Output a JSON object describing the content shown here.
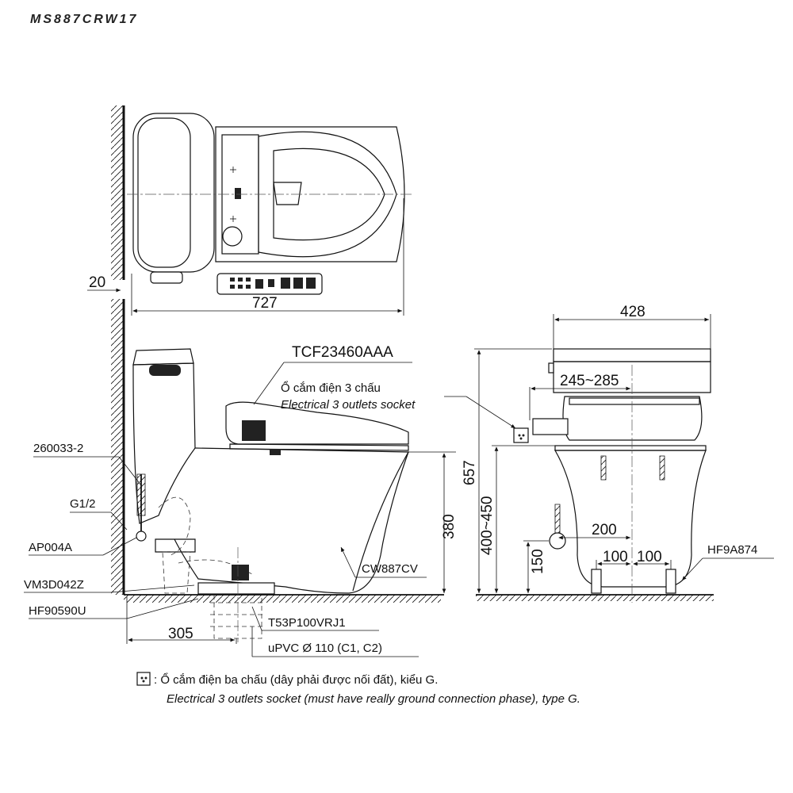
{
  "model_code": "MS887CRW17",
  "dimensions": {
    "wall_gap": "20",
    "top_length": "727",
    "front_width": "428",
    "seat_range": "245~285",
    "total_height": "657",
    "rim_range": "400~450",
    "supply_height": "150",
    "center_offset": "200",
    "bolt_left": "100",
    "bolt_right": "100",
    "rim_height": "380",
    "rough_in": "305"
  },
  "parts": {
    "seat": "TCF23460AAA",
    "hose": "260033-2",
    "thread": "G1/2",
    "valve": "AP004A",
    "flange": "VM3D042Z",
    "gasket": "HF90590U",
    "bowl": "CW887CV",
    "trap": "T53P100VRJ1",
    "pipe": "uPVC Ø 110 (C1, C2)",
    "bolt": "HF9A874"
  },
  "socket_label": {
    "vi": "Ổ cắm điện 3 chấu",
    "en": "Electrical 3 outlets socket"
  },
  "note": {
    "vi": ": Ổ cắm điện ba chấu (dây phải được nối đất), kiểu G.",
    "en": "Electrical 3 outlets socket (must have really ground connection phase), type G."
  }
}
